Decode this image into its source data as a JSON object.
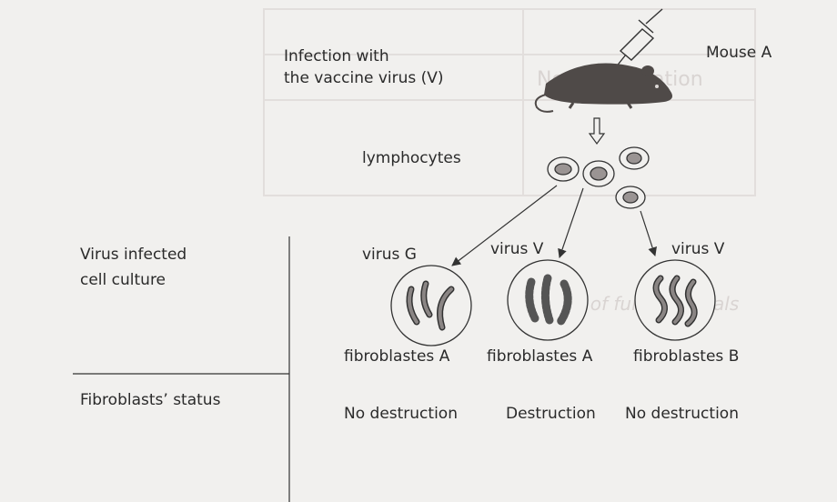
{
  "diagram": {
    "infection_label_line1": "Infection with",
    "infection_label_line2": "the vaccine virus (V)",
    "mouse_label": "Mouse A",
    "lymphocytes_label": "lymphocytes",
    "row_label_culture_line1": "Virus infected",
    "row_label_culture_line2": "cell culture",
    "row_label_status": "Fibroblasts’ status",
    "cultures": [
      {
        "virus": "virus G",
        "fibroblasts": "fibroblastes A",
        "status": "No destruction"
      },
      {
        "virus": "virus V",
        "fibroblasts": "fibroblastes A",
        "status": "Destruction"
      },
      {
        "virus": "virus V",
        "fibroblasts": "fibroblastes B",
        "status": "No destruction"
      }
    ]
  },
  "background_bleed": {
    "agglutination_text": "No agglutination",
    "heading_text": "Analysis of fundamentals"
  }
}
